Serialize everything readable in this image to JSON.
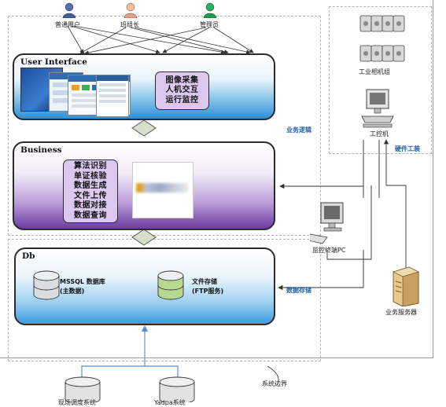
{
  "users": [
    {
      "label": "普通用户",
      "color": "#3f5f96"
    },
    {
      "label": "班组长",
      "color": "#e2a27b"
    },
    {
      "label": "管理员",
      "color": "#1f9a45"
    }
  ],
  "layers": {
    "ui": {
      "title": "User Interface",
      "functions": [
        "图像采集",
        "人机交互",
        "运行监控"
      ]
    },
    "business": {
      "title": "Business",
      "functions": [
        "算法识别",
        "单证核验",
        "数据生成",
        "文件上传",
        "数据对接",
        "数据查询"
      ]
    },
    "db": {
      "title": "Db",
      "mssql": [
        "MSSQL 数据库",
        "(主数据)"
      ],
      "file_storage": [
        "文件存储",
        "(FTP服务)"
      ]
    }
  },
  "labels": {
    "business_logic": "业务逻辑",
    "data_storage": "数据存储",
    "hardware": "硬件工装",
    "system_boundary": "系统边界"
  },
  "hardware": {
    "camera_group": "工业相机组",
    "ipc": "工控机",
    "monitor_pc": "监控终端PC",
    "server": "业务服务器"
  },
  "external": [
    "现场调度系统",
    "Yadpa系统"
  ]
}
